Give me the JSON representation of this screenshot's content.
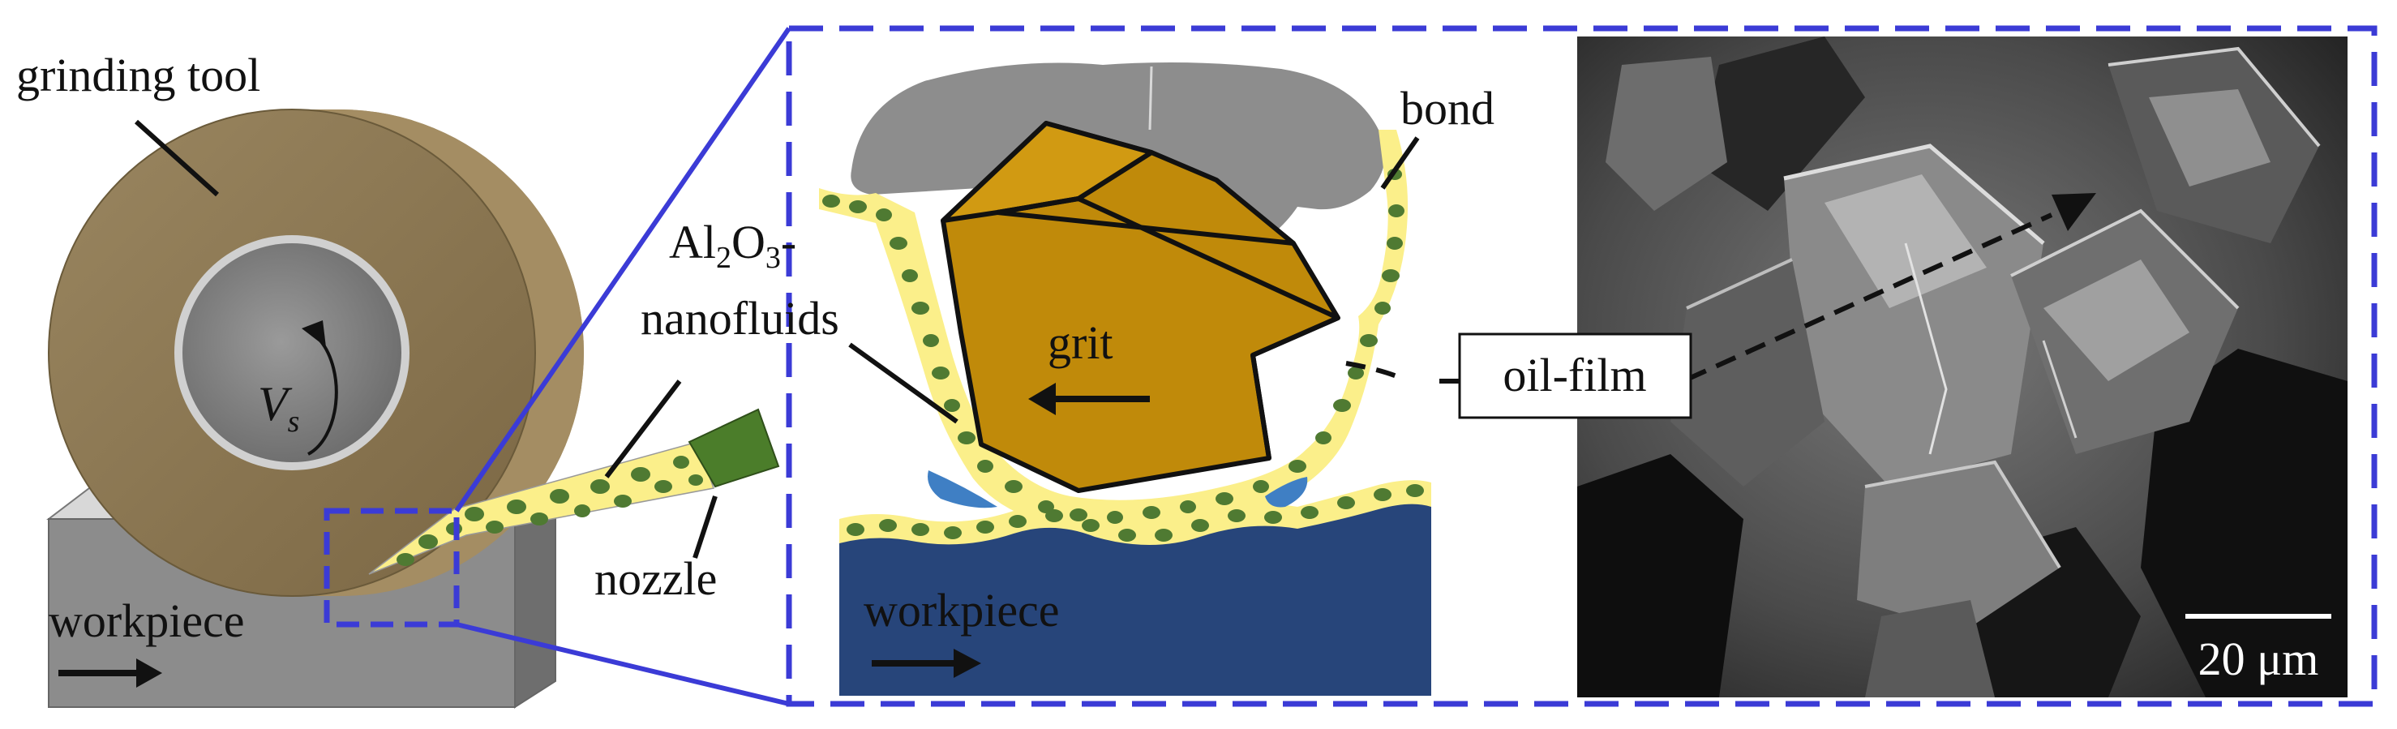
{
  "labels": {
    "grinding_tool": "grinding tool",
    "vs_main": "V",
    "vs_sub": "s",
    "workpiece_left": "workpiece",
    "nozzle": "nozzle",
    "al_main": "Al",
    "al_sub2": "2",
    "al_o": "O",
    "al_sub3": "3",
    "al_dash": "-",
    "nanofluids": "nanofluids",
    "grit": "grit",
    "bond": "bond",
    "workpiece_zoom": "workpiece",
    "oil_film": "oil-film",
    "scale_bar": "20 μm"
  },
  "colors": {
    "wheel_face": "#8a7650",
    "wheel_side": "#a48d63",
    "hub": "#7f7f7f",
    "workpiece_gray": "#8c8c8c",
    "fluid_yellow": "#fbef8a",
    "nanoparticle_green": "#4f7a32",
    "nozzle_green": "#4b7d2a",
    "grit_gold": "#c08a0a",
    "bond_gray": "#8d8d8d",
    "workpiece_blue": "#27457a",
    "frame_blue": "#3b3bd6",
    "sem_dark": "#2a2a2a"
  },
  "icons": {
    "rotation": "rotation-arrow-icon",
    "feed": "feed-arrow-icon",
    "grit_motion": "grit-motion-arrow-icon"
  }
}
